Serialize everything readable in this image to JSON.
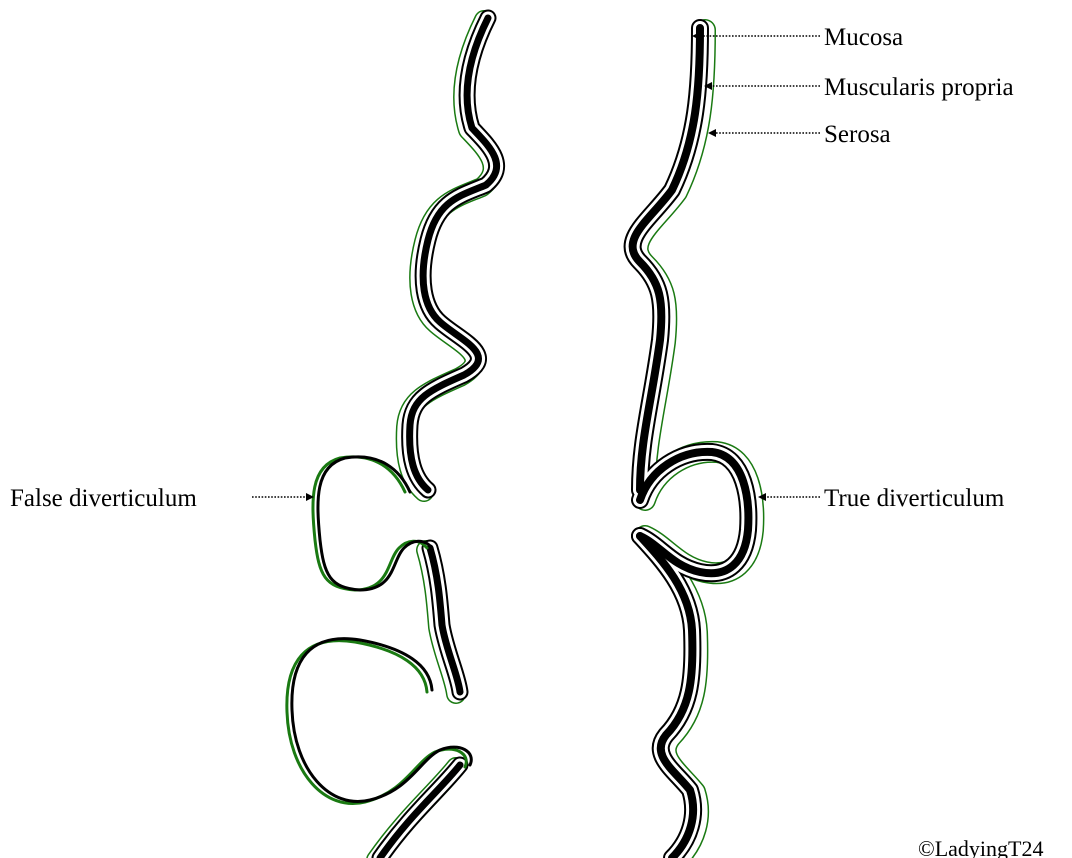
{
  "labels": {
    "mucosa": "Mucosa",
    "muscularis": "Muscularis propria",
    "serosa": "Serosa",
    "false_div": "False diverticulum",
    "true_div": "True diverticulum"
  },
  "credit": "©LadyingT24",
  "colors": {
    "muscularis": "#000000",
    "mucosa_outline": "#000000",
    "serosa": "#1a7a12",
    "lumen": "#ffffff"
  }
}
